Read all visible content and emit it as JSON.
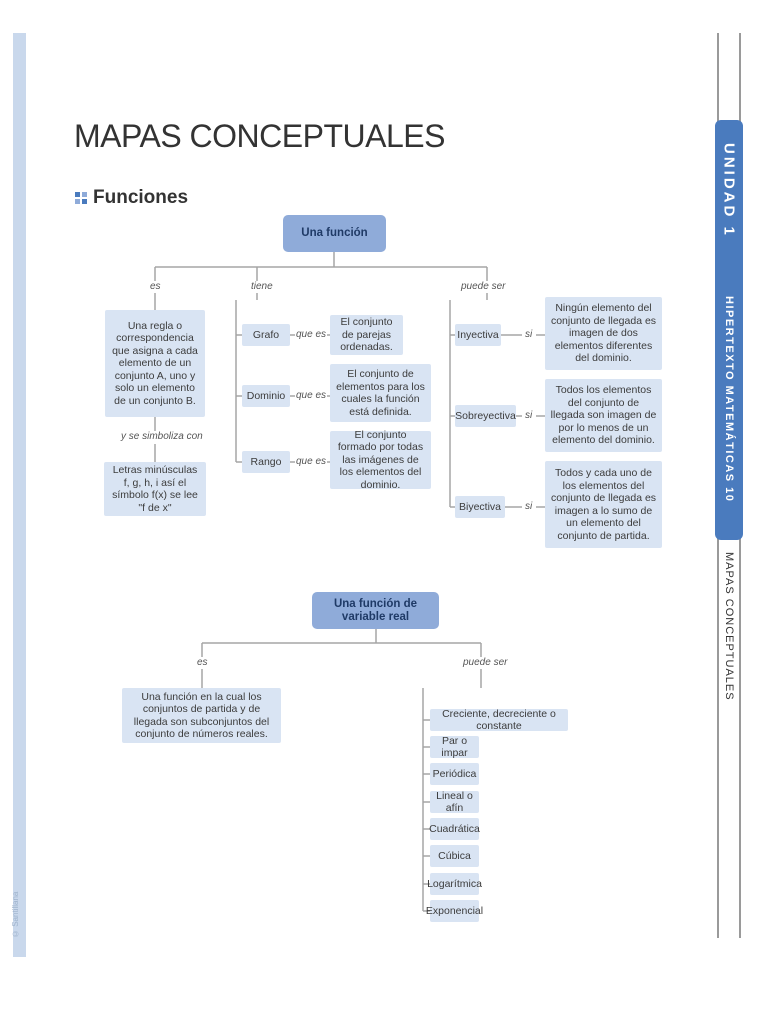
{
  "page": {
    "title": "MAPAS CONCEPTUALES",
    "section": "Funciones",
    "copyright": "© Santillana"
  },
  "side": {
    "unit": "UNIDAD 1",
    "subject": "HIPERTEXTO MATEMÁTICAS 10",
    "section_label": "MAPAS CONCEPTUALES"
  },
  "map1": {
    "root": "Una función",
    "es": {
      "link": "es",
      "node": "Una regla o correspondencia que asigna a cada elemento de un conjunto A, uno y solo un elemento de un conjunto B.",
      "link2": "y se simboliza con",
      "node2": "Letras minúsculas f, g, h, i así el símbolo f(x) se lee \"f de x\""
    },
    "tiene": {
      "link": "tiene",
      "items": [
        {
          "label": "Grafo",
          "link": "que es",
          "desc": "El conjunto de parejas ordenadas."
        },
        {
          "label": "Dominio",
          "link": "que es",
          "desc": "El conjunto de elementos para los cuales la función está definida."
        },
        {
          "label": "Rango",
          "link": "que es",
          "desc": "El conjunto formado por todas las imágenes de los elementos del dominio."
        }
      ]
    },
    "puede_ser": {
      "link": "puede ser",
      "items": [
        {
          "label": "Inyectiva",
          "link": "si",
          "desc": "Ningún elemento del conjunto de llegada es imagen de dos elementos diferentes del dominio."
        },
        {
          "label": "Sobreyectiva",
          "link": "si",
          "desc": "Todos los elementos del conjunto de llegada son imagen de por lo menos de un elemento del dominio."
        },
        {
          "label": "Biyectiva",
          "link": "si",
          "desc": "Todos y cada uno de los elementos del conjunto de llegada es imagen a lo sumo de un elemento del conjunto de partida."
        }
      ]
    }
  },
  "map2": {
    "root": "Una función de variable real",
    "es": {
      "link": "es",
      "node": "Una función en la cual los conjuntos de partida y de llegada son subconjuntos del conjunto de números reales."
    },
    "puede_ser": {
      "link": "puede ser",
      "items": [
        "Creciente, decreciente o constante",
        "Par o impar",
        "Periódica",
        "Lineal o afín",
        "Cuadrática",
        "Cúbica",
        "Logarítmica",
        "Exponencial"
      ]
    }
  }
}
